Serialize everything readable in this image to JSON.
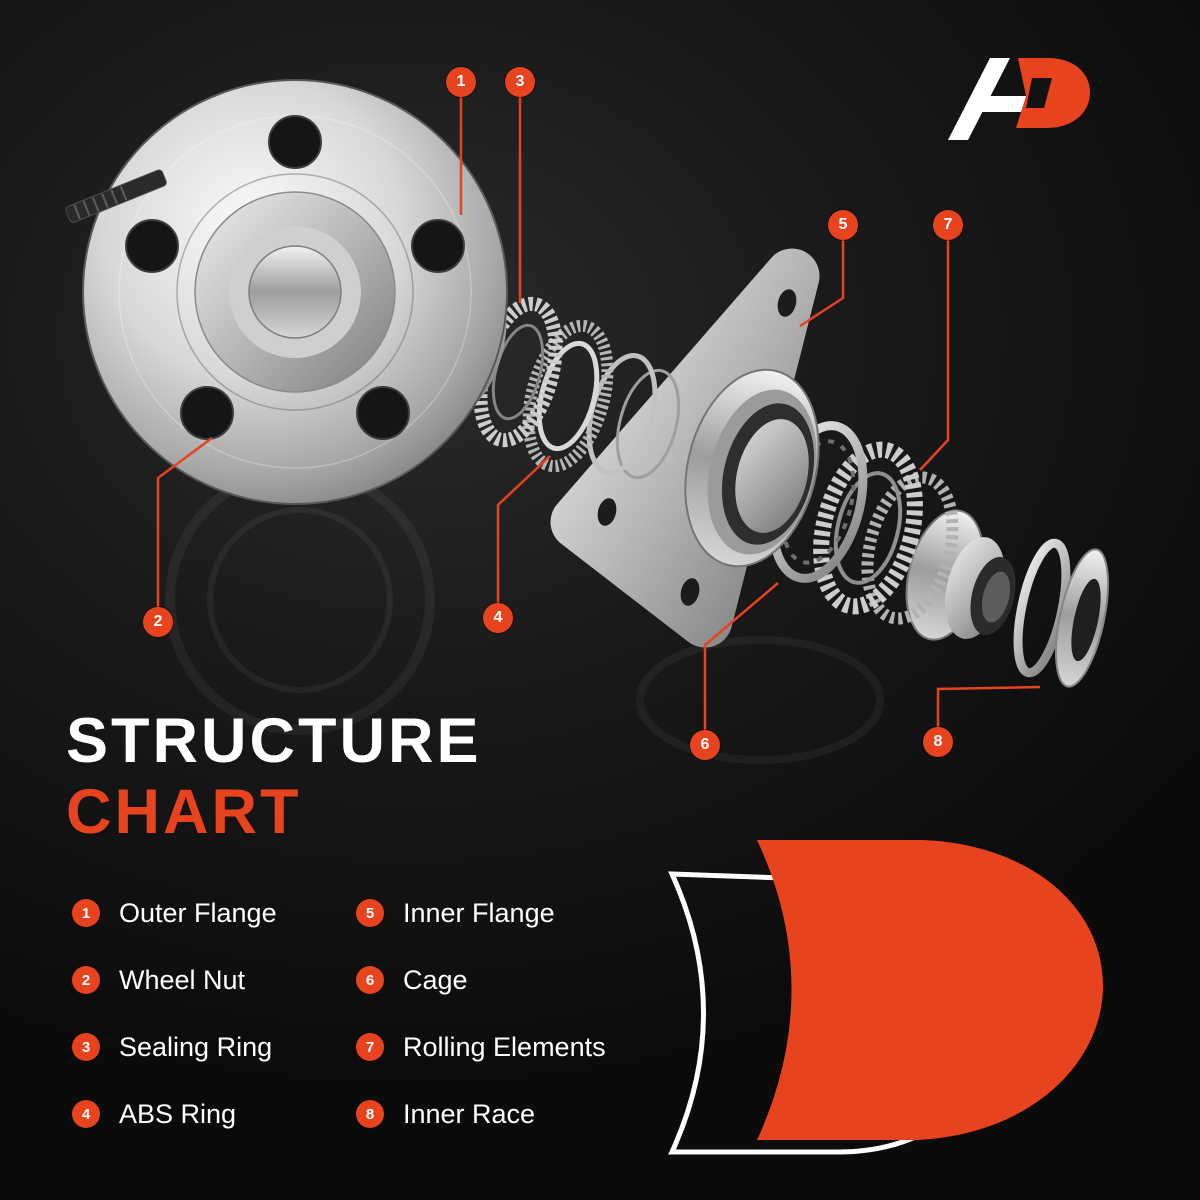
{
  "title": {
    "line1": "STRUCTURE",
    "line2": "CHART"
  },
  "colors": {
    "accent": "#E8431F",
    "background": "#121212",
    "text": "#FFFFFF"
  },
  "brand": {
    "logo": "ap-monogram",
    "mark": "red-d-swoosh"
  },
  "callouts": [
    {
      "number": "1"
    },
    {
      "number": "2"
    },
    {
      "number": "3"
    },
    {
      "number": "4"
    },
    {
      "number": "5"
    },
    {
      "number": "6"
    },
    {
      "number": "7"
    },
    {
      "number": "8"
    }
  ],
  "legend": {
    "left": [
      {
        "number": "1",
        "label": "Outer Flange"
      },
      {
        "number": "2",
        "label": "Wheel Nut"
      },
      {
        "number": "3",
        "label": "Sealing Ring"
      },
      {
        "number": "4",
        "label": "ABS Ring"
      }
    ],
    "right": [
      {
        "number": "5",
        "label": "Inner Flange"
      },
      {
        "number": "6",
        "label": "Cage"
      },
      {
        "number": "7",
        "label": "Rolling Elements"
      },
      {
        "number": "8",
        "label": "Inner Race"
      }
    ]
  }
}
